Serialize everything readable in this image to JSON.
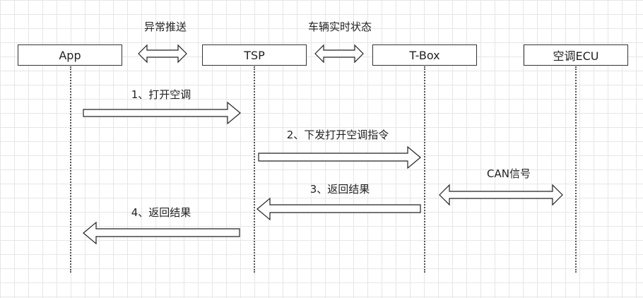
{
  "actors": {
    "app": "App",
    "tsp": "TSP",
    "tbox": "T-Box",
    "ecu": "空调ECU"
  },
  "links": {
    "app_tsp": "异常推送",
    "tsp_tbox": "车辆实时状态",
    "tbox_ecu": "CAN信号"
  },
  "messages": [
    {
      "label": "1、打开空调"
    },
    {
      "label": "2、下发打开空调指令"
    },
    {
      "label": "3、返回结果"
    },
    {
      "label": "4、返回结果"
    }
  ]
}
